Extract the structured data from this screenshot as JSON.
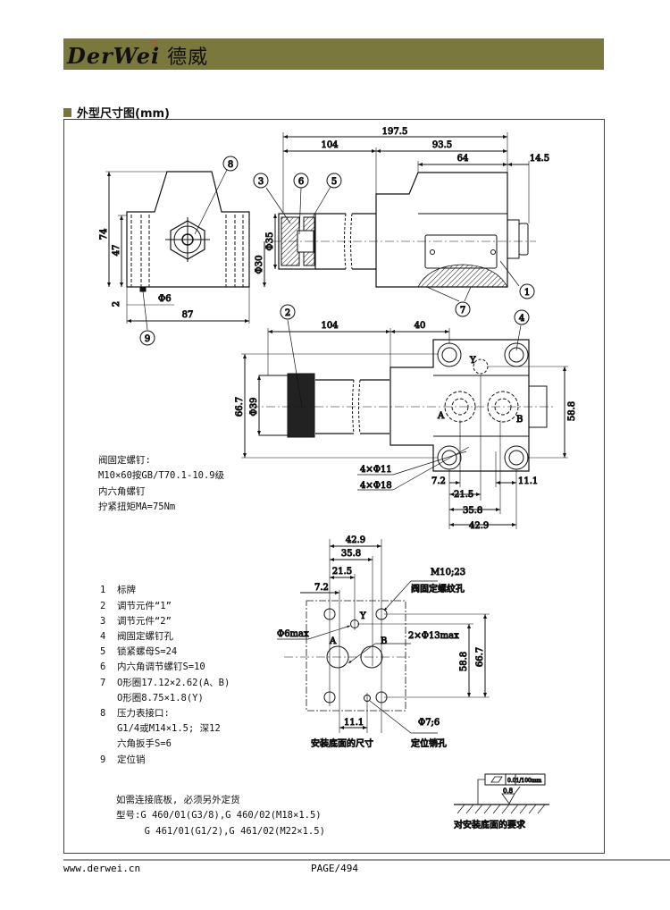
{
  "header": {
    "brand_latin": "DerWei",
    "brand_cn": "德威"
  },
  "section_title": "外型尺寸图(mm)",
  "balloons": [
    "1",
    "2",
    "3",
    "4",
    "5",
    "6",
    "7",
    "8",
    "9"
  ],
  "dims": {
    "side_total": "197.5",
    "side_104": "104",
    "side_93_5": "93.5",
    "side_64": "64",
    "side_14_5": "14.5",
    "phi35": "Φ35",
    "phi30": "Φ30",
    "end_74": "74",
    "end_47": "47",
    "end_2": "2",
    "end_phi6": "Φ6",
    "end_87": "87",
    "top_104": "104",
    "top_40": "40",
    "top_66_7": "66.7",
    "top_phi39": "Φ39",
    "top_58_8": "58.8",
    "top_7_2": "7.2",
    "top_21_5": "21.5",
    "top_35_8": "35.8",
    "top_42_9": "42.9",
    "top_11_1": "11.1",
    "holes_11": "4×Φ11",
    "holes_18": "4×Φ18",
    "port_a": "A",
    "port_b": "B",
    "port_y": "Y"
  },
  "bolt_note": [
    "阀固定螺钉:",
    "M10×60按GB/T70.1-10.9级",
    "内六角螺钉",
    "拧紧扭矩MA=75Nm"
  ],
  "legend": [
    "1  标牌",
    "2  调节元件“1”",
    "3  调节元件“2”",
    "4  阀固定螺钉孔",
    "5  锁紧螺母S=24",
    "6  内六角调节螺钉S=10",
    "7  O形圈17.12×2.62(A、B)",
    "   O形圈8.75×1.8(Y)",
    "8  压力表接口:",
    "   G1/4或M14×1.5; 深12",
    "   六角扳手S=6",
    "9  定位销"
  ],
  "mounting": {
    "d42_9": "42.9",
    "d35_8": "35.8",
    "d21_5": "21.5",
    "d7_2": "7.2",
    "d58_8": "58.8",
    "d66_7": "66.7",
    "d11_1": "11.1",
    "thread": "M10;23",
    "thread_label": "阀固定螺纹孔",
    "phi6max": "Φ6max",
    "phi13": "2×Φ13max",
    "phi7": "Φ7;6",
    "a": "A",
    "b": "B",
    "y": "Y",
    "caption": "安装底面的尺寸",
    "pin_label": "定位销孔"
  },
  "surface": {
    "flatness": "0.01/100mm",
    "roughness": "0.8",
    "caption": "对安装底面的要求"
  },
  "order_note": [
    "如需连接底板, 必须另外定货",
    "型号:G 460/01(G3/8),G 460/02(M18×1.5)",
    "     G 461/01(G1/2),G 461/02(M22×1.5)"
  ],
  "footer": {
    "url": "www.derwei.cn",
    "page": "PAGE/494"
  }
}
